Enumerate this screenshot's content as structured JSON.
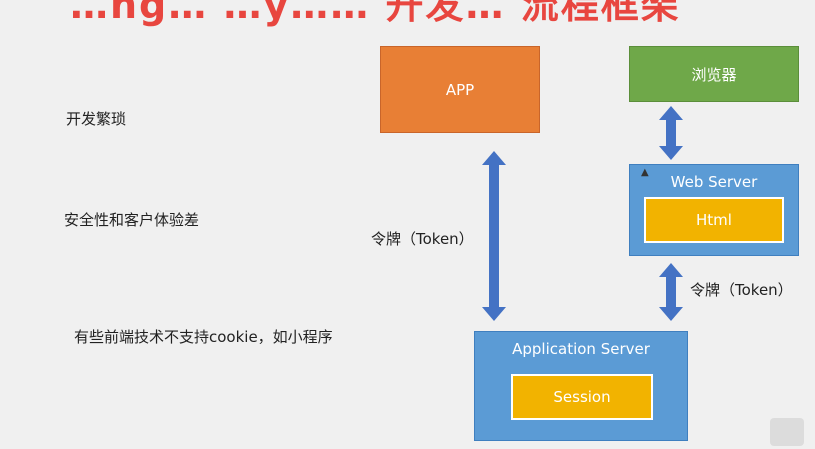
{
  "title_fragment": "…ng… …y…… 开发… 流程框架",
  "left_points": [
    "开发繁琐",
    "安全性和客户体验差",
    "有些前端技术不支持cookie，如小程序"
  ],
  "nodes": {
    "app": "APP",
    "browser": "浏览器",
    "web_server": {
      "title": "Web Server",
      "inner": "Html"
    },
    "application_server": {
      "title": "Application Server",
      "inner": "Session"
    }
  },
  "edges": {
    "app_to_appserver_label": "令牌（Token）",
    "webserver_to_appserver_label": "令牌（Token）"
  },
  "colors": {
    "app": "#e87f35",
    "browser": "#6fa849",
    "server": "#5b9bd5",
    "inner": "#f2b300",
    "arrow": "#4472c4"
  }
}
